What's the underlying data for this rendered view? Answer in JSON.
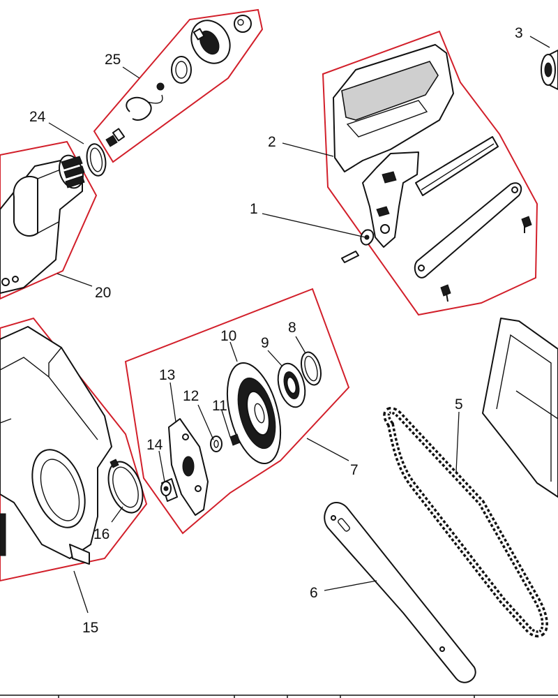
{
  "callouts": [
    {
      "id": "1",
      "text": "1"
    },
    {
      "id": "2",
      "text": "2"
    },
    {
      "id": "3",
      "text": "3"
    },
    {
      "id": "5",
      "text": "5"
    },
    {
      "id": "6",
      "text": "6"
    },
    {
      "id": "7",
      "text": "7"
    },
    {
      "id": "8",
      "text": "8"
    },
    {
      "id": "9",
      "text": "9"
    },
    {
      "id": "10",
      "text": "10"
    },
    {
      "id": "11",
      "text": "11"
    },
    {
      "id": "12",
      "text": "12"
    },
    {
      "id": "13",
      "text": "13"
    },
    {
      "id": "14",
      "text": "14"
    },
    {
      "id": "15",
      "text": "15"
    },
    {
      "id": "16",
      "text": "16"
    },
    {
      "id": "20",
      "text": "20"
    },
    {
      "id": "24",
      "text": "24"
    },
    {
      "id": "25",
      "text": "25"
    }
  ],
  "colors": {
    "group_outline": "#d21f2a",
    "line": "#111111",
    "background": "#ffffff"
  }
}
